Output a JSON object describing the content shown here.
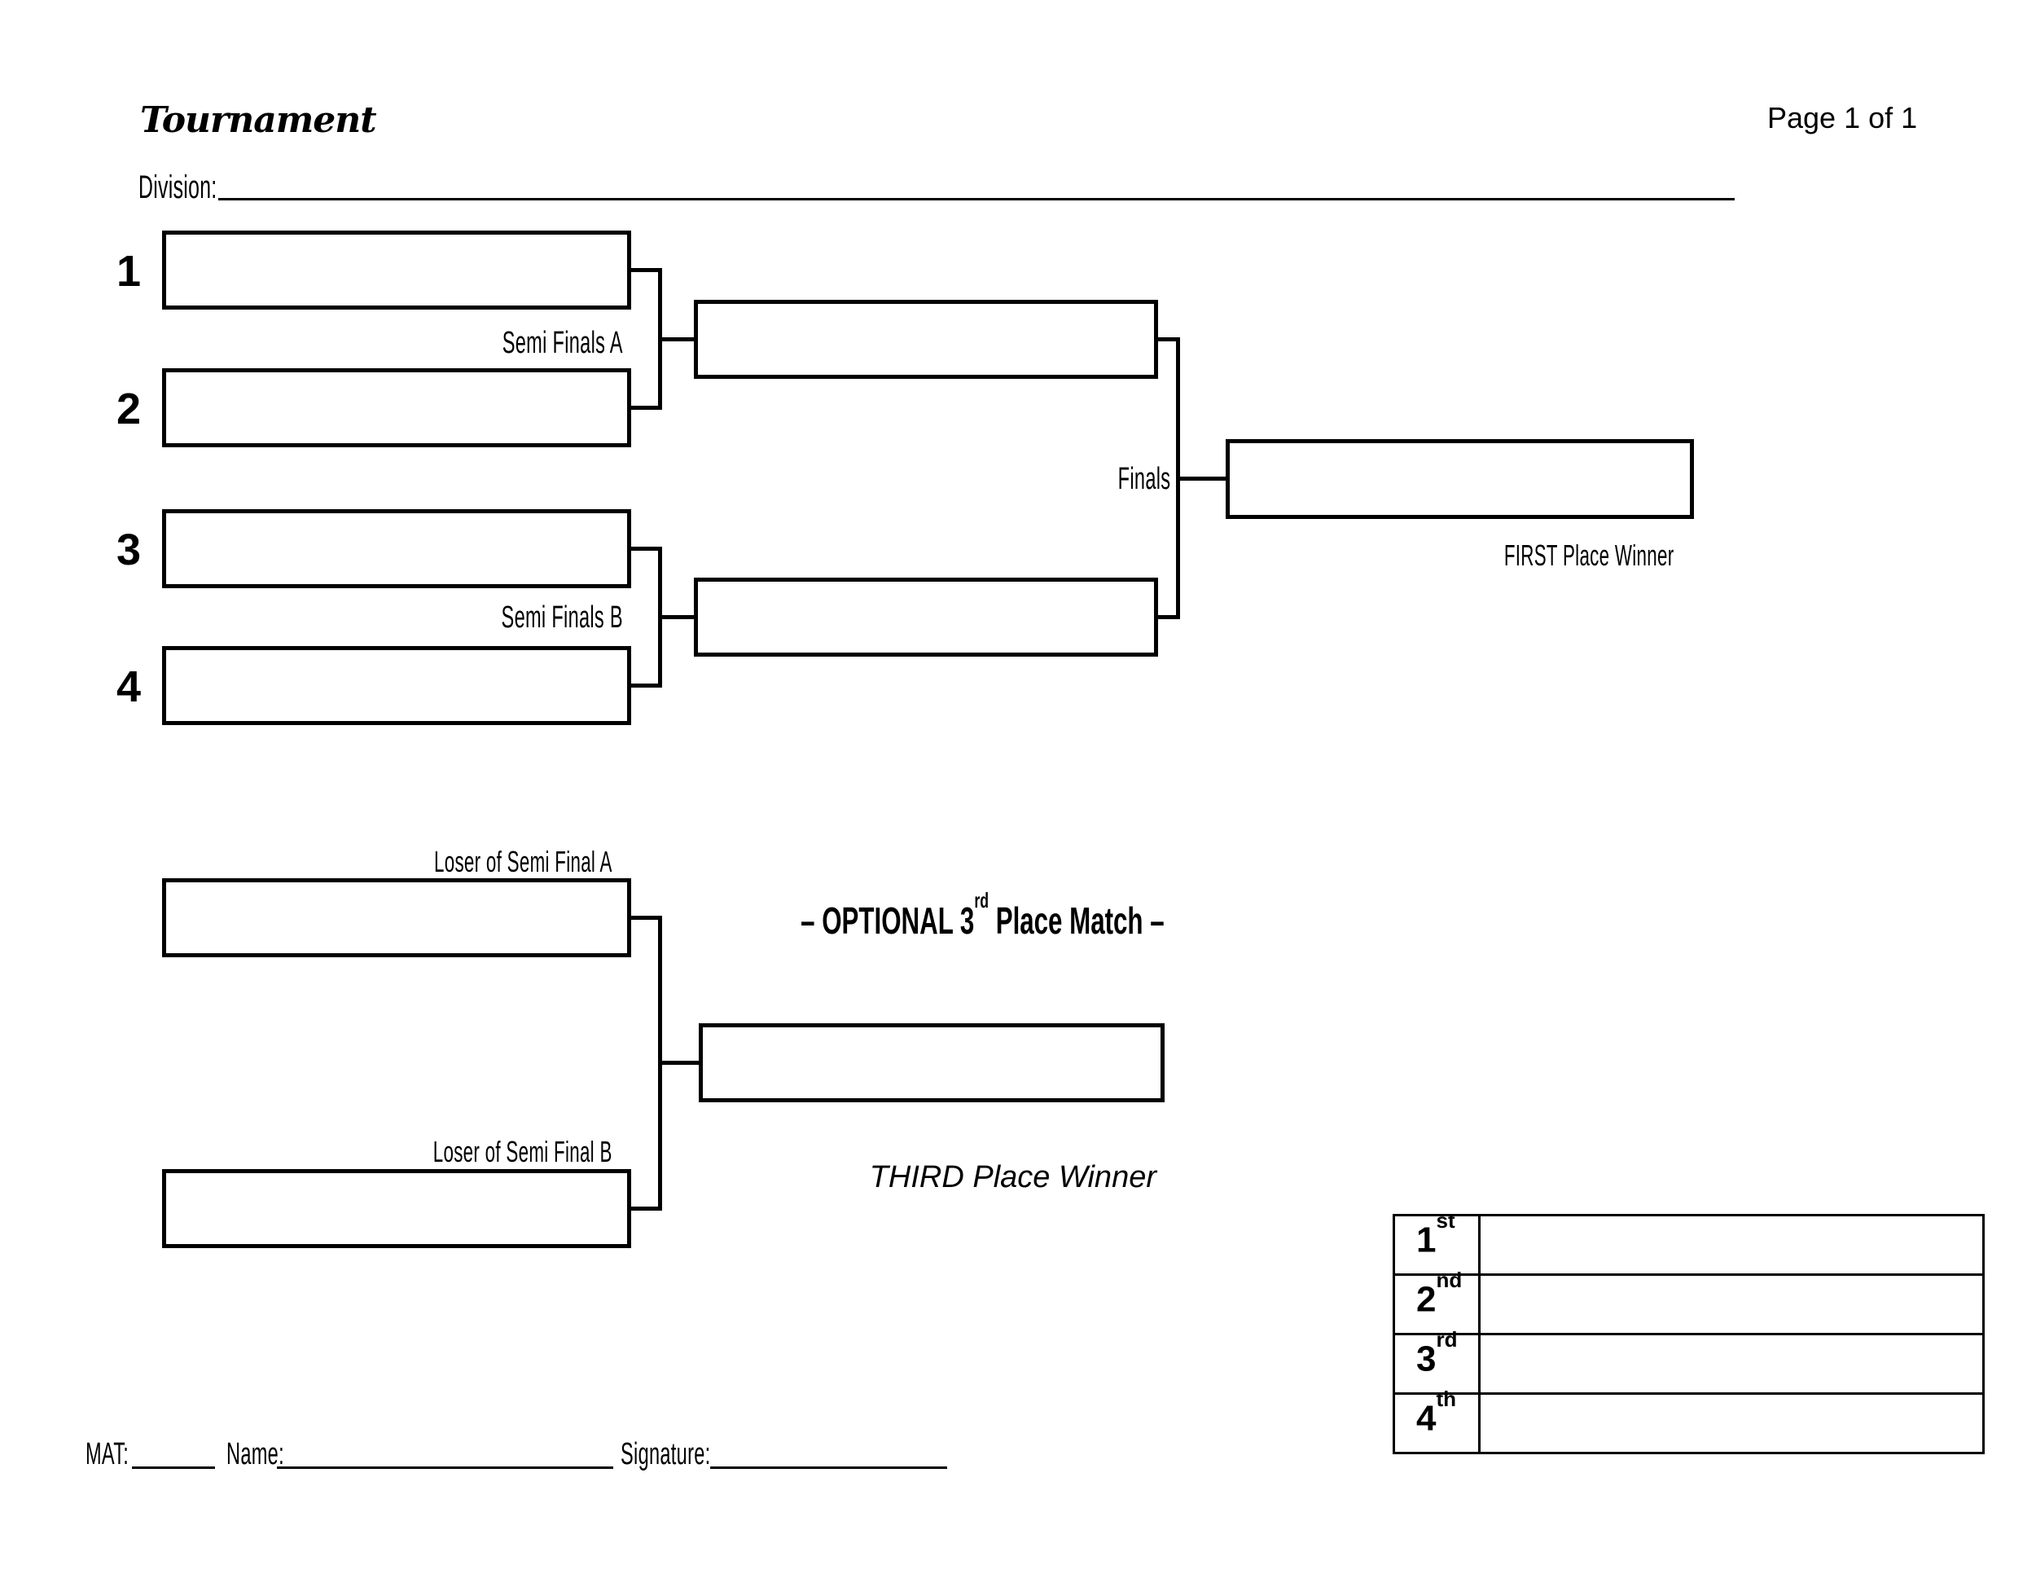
{
  "header": {
    "title": "Tournament",
    "page_label": "Page 1 of 1"
  },
  "division": {
    "label": "Division:",
    "value": ""
  },
  "bracket": {
    "seeds": [
      {
        "number": "1",
        "name": ""
      },
      {
        "number": "2",
        "name": ""
      },
      {
        "number": "3",
        "name": ""
      },
      {
        "number": "4",
        "name": ""
      }
    ],
    "semi_a_label": "Semi Finals A",
    "semi_b_label": "Semi Finals B",
    "finals_label": "Finals",
    "first_place_label": "FIRST Place Winner",
    "winners": {
      "semi_a": "",
      "semi_b": "",
      "finals": ""
    }
  },
  "consolation": {
    "heading_prefix": "– OPTIONAL 3",
    "heading_sup": "rd",
    "heading_suffix": " Place Match –",
    "loser_a_label": "Loser of Semi Final A",
    "loser_b_label": "Loser of Semi Final B",
    "third_place_label": "THIRD Place Winner",
    "third_winner": ""
  },
  "placing_table": {
    "rows": [
      {
        "place": "1",
        "suffix": "st",
        "name": ""
      },
      {
        "place": "2",
        "suffix": "nd",
        "name": ""
      },
      {
        "place": "3",
        "suffix": "rd",
        "name": ""
      },
      {
        "place": "4",
        "suffix": "th",
        "name": ""
      }
    ]
  },
  "footer": {
    "mat_label": "MAT:",
    "name_label": "Name:",
    "signature_label": "Signature:"
  }
}
